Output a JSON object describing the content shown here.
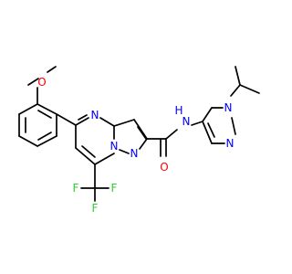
{
  "molecule": {
    "colors": {
      "bond": "#000000",
      "nitrogen": "#0000ff",
      "oxygen": "#ff0000",
      "fluorine": "#33cc33"
    },
    "atom_labels": {
      "o_methoxy": "O",
      "n_ring_top": "N",
      "n_ring_bridge": "N",
      "n_ring_five": "N",
      "n_amide": "N",
      "h_amide": "H",
      "o_carbonyl": "O",
      "n_pyrazole_1": "N",
      "n_pyrazole_2": "N",
      "f_1": "F",
      "f_2": "F",
      "f_3": "F"
    }
  }
}
